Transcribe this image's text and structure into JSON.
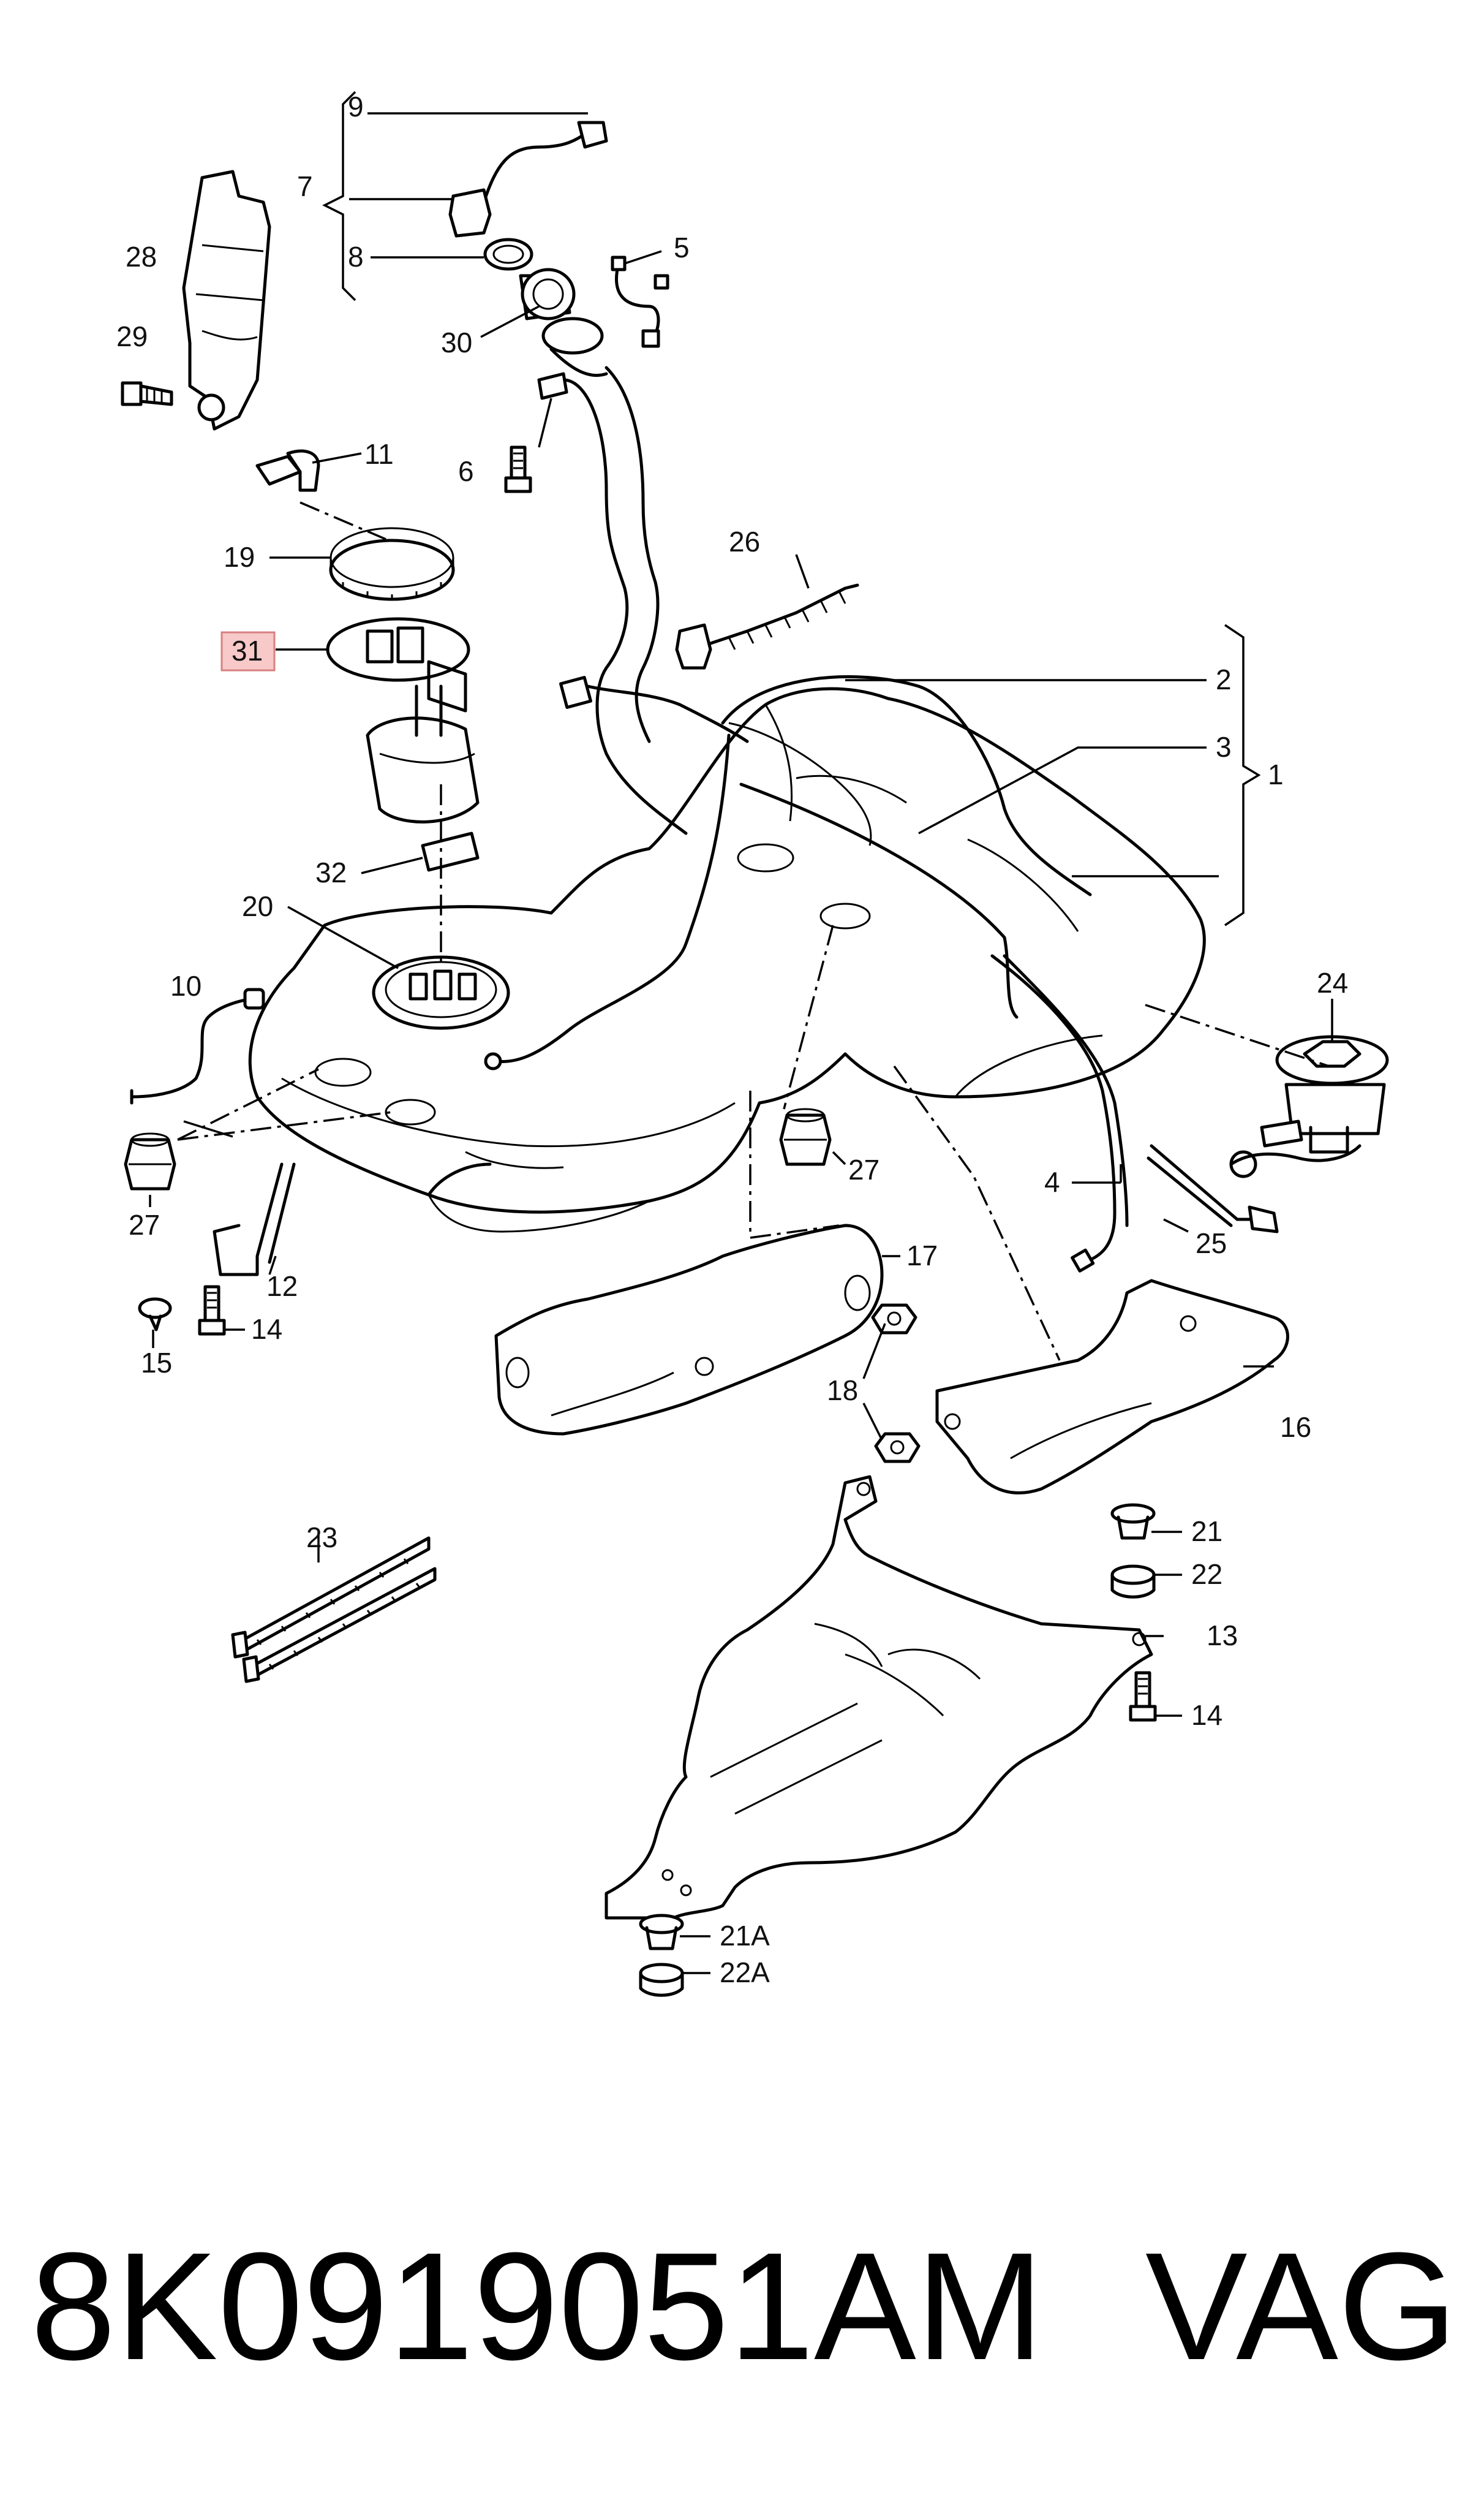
{
  "diagram": {
    "callouts": {
      "c1": "1",
      "c2": "2",
      "c3": "3",
      "c4": "4",
      "c5": "5",
      "c6": "6",
      "c7": "7",
      "c8": "8",
      "c9": "9",
      "c10": "10",
      "c11": "11",
      "c12": "12",
      "c13": "13",
      "c14a": "14",
      "c14b": "14",
      "c15": "15",
      "c16": "16",
      "c17": "17",
      "c18": "18",
      "c19": "19",
      "c20": "20",
      "c21": "21",
      "c21a": "21A",
      "c22": "22",
      "c22a": "22A",
      "c23": "23",
      "c24": "24",
      "c25": "25",
      "c26": "26",
      "c27a": "27",
      "c27b": "27",
      "c28": "28",
      "c29": "29",
      "c30": "30",
      "c31": "31",
      "c32": "32"
    },
    "highlighted_callout": "31",
    "highlight_color": "#f7c9c9",
    "highlight_border": "#d98080"
  },
  "footer": {
    "part_number": "8K0919051AM",
    "brand": "VAG"
  }
}
